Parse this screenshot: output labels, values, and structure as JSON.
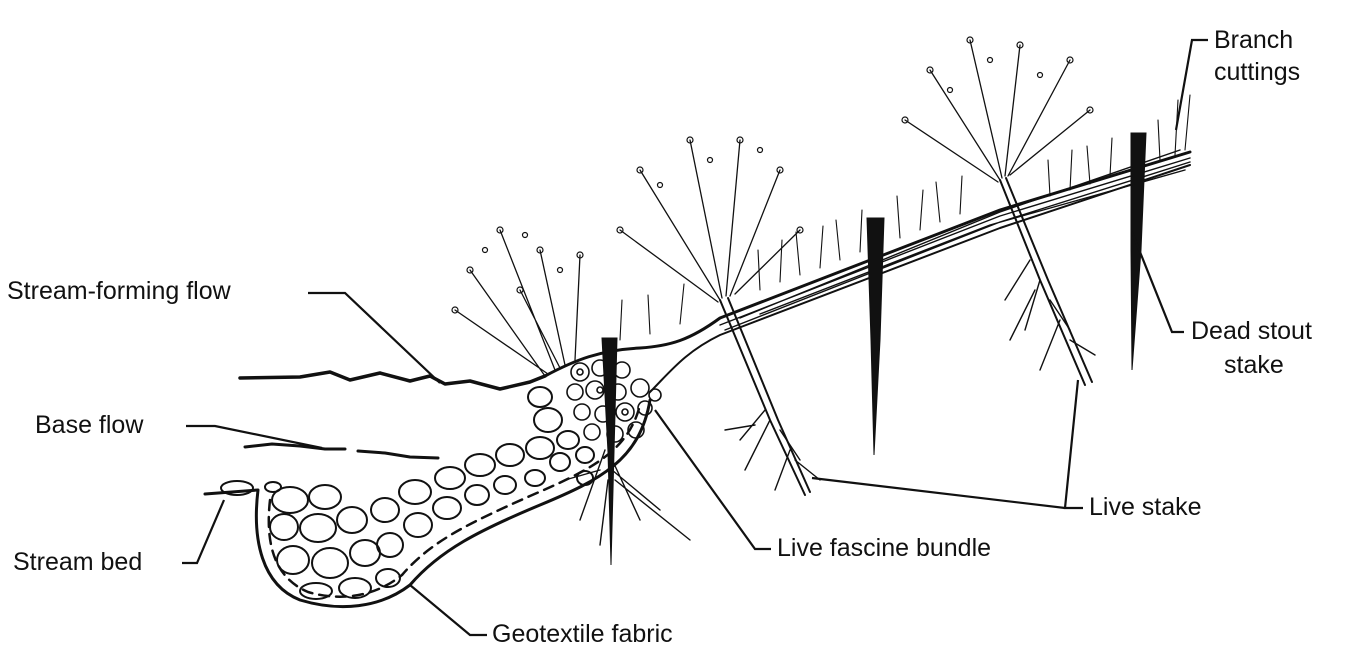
{
  "diagram": {
    "labels": {
      "branch_cuttings_line1": "Branch",
      "branch_cuttings_line2": "cuttings",
      "stream_forming_flow": "Stream-forming flow",
      "dead_stout_stake_line1": "Dead stout",
      "dead_stout_stake_line2": "stake",
      "base_flow": "Base flow",
      "live_stake": "Live stake",
      "stream_bed": "Stream bed",
      "live_fascine_bundle": "Live fascine bundle",
      "geotextile_fabric": "Geotextile fabric"
    },
    "colors": {
      "ink": "#111111",
      "background": "#ffffff"
    }
  }
}
